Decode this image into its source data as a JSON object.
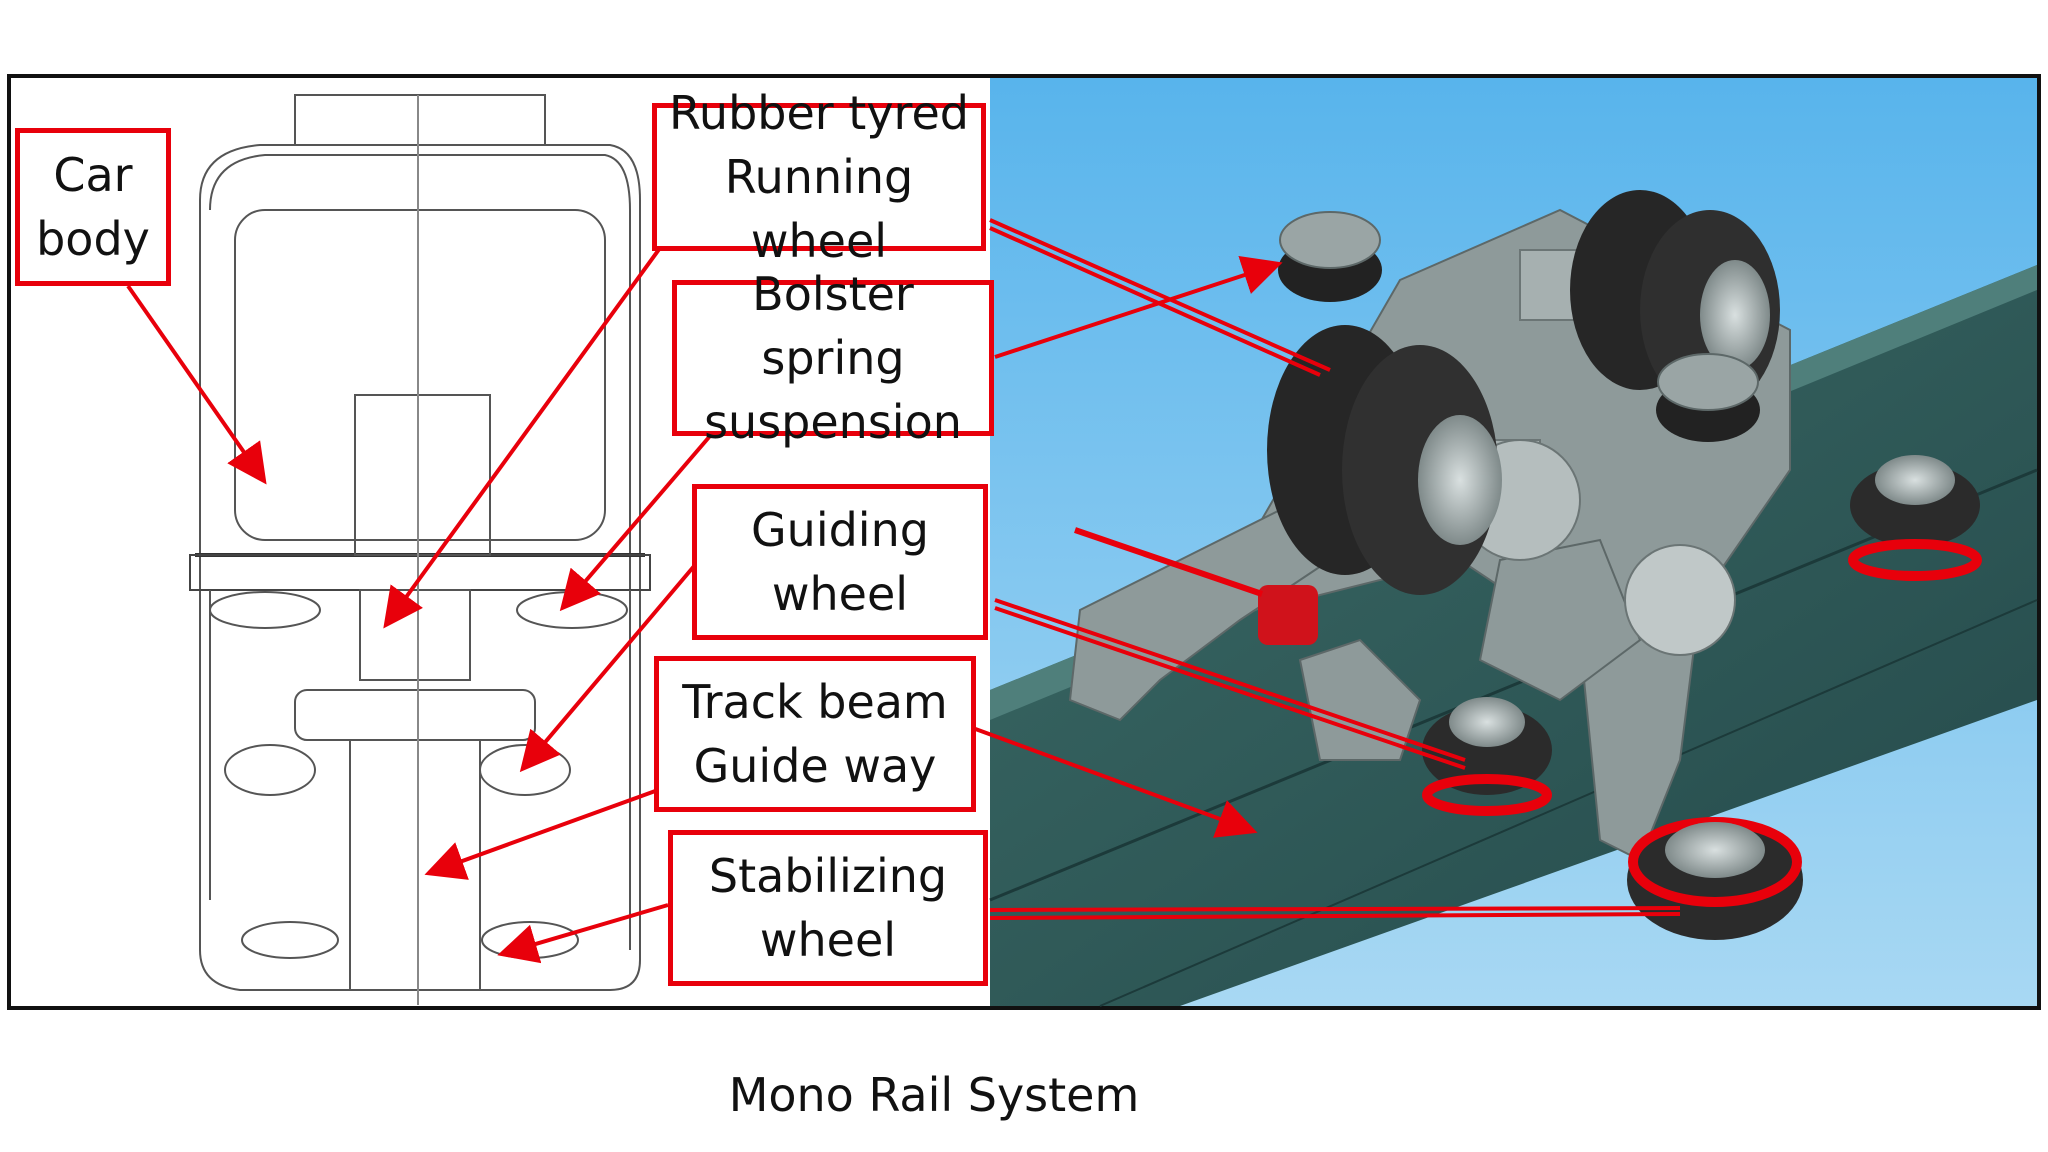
{
  "colors": {
    "callout_red": "#e8000b",
    "sky_top": "#5eb8ee",
    "sky_bottom": "#9fd4f3",
    "beam": "#2e5956",
    "tyre": "#2a2a2a",
    "frame": "#111111"
  },
  "labels": {
    "car_body": [
      "Car",
      "body"
    ],
    "running_wheel": [
      "Rubber tyred",
      "Running wheel"
    ],
    "bolster": [
      "Bolster spring",
      "suspension"
    ],
    "guiding": [
      "Guiding",
      "wheel"
    ],
    "track": [
      "Track beam",
      "Guide way"
    ],
    "stabilizing": [
      "Stabilizing",
      "wheel"
    ]
  },
  "caption": "Mono Rail System"
}
